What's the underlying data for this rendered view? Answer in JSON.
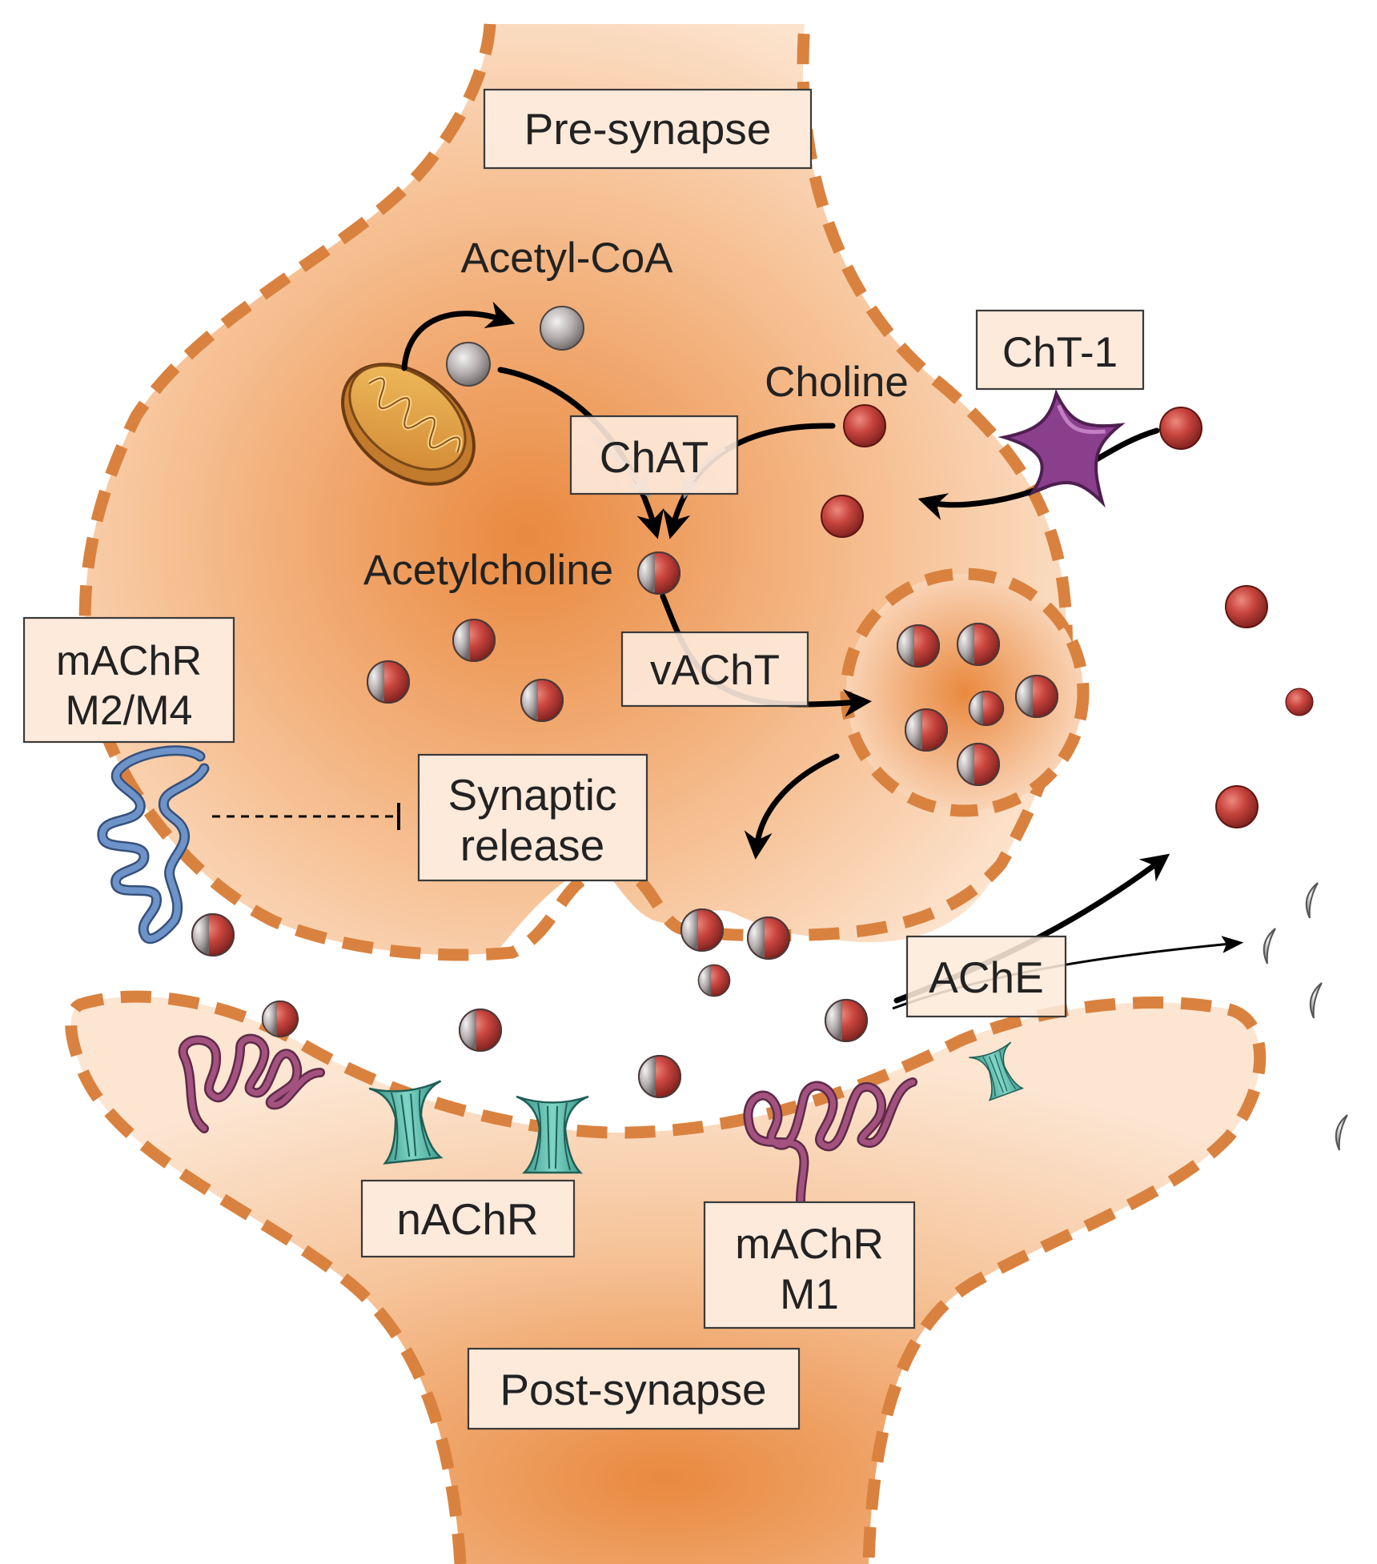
{
  "labels": {
    "pre_synapse": "Pre-synapse",
    "post_synapse": "Post-synapse",
    "acetyl_coa": "Acetyl-CoA",
    "choline": "Choline",
    "cht1": "ChT-1",
    "chat": "ChAT",
    "acetylcholine": "Acetylcholine",
    "vacht": "vAChT",
    "machr_m2m4_line1": "mAChR",
    "machr_m2m4_line2": "M2/M4",
    "synaptic_release_line1": "Synaptic",
    "synaptic_release_line2": "release",
    "ache": "AChE",
    "nachr": "nAChR",
    "machr_m1_line1": "mAChR",
    "machr_m1_line2": "M1"
  },
  "colors": {
    "cell_fill_center": "#e9893f",
    "cell_fill_edge": "#fbe0c8",
    "membrane": "#d9823f",
    "choline": "#c8453e",
    "acetyl_coa": "#b8b2b3",
    "cht1_transporter": "#8a3f8c",
    "nachr_channel": "#3fae9c",
    "machr_receptor_pre": "#5e82b5",
    "machr_receptor_post": "#a3527f",
    "mitochondrion": "#e3a04a"
  },
  "icons": {
    "mitochondrion": "mitochondrion-icon",
    "transporter": "cht1-transporter-icon",
    "vesicle": "synaptic-vesicle-icon",
    "ion_channel": "nachr-channel-icon",
    "gpcr": "machr-receptor-icon"
  }
}
